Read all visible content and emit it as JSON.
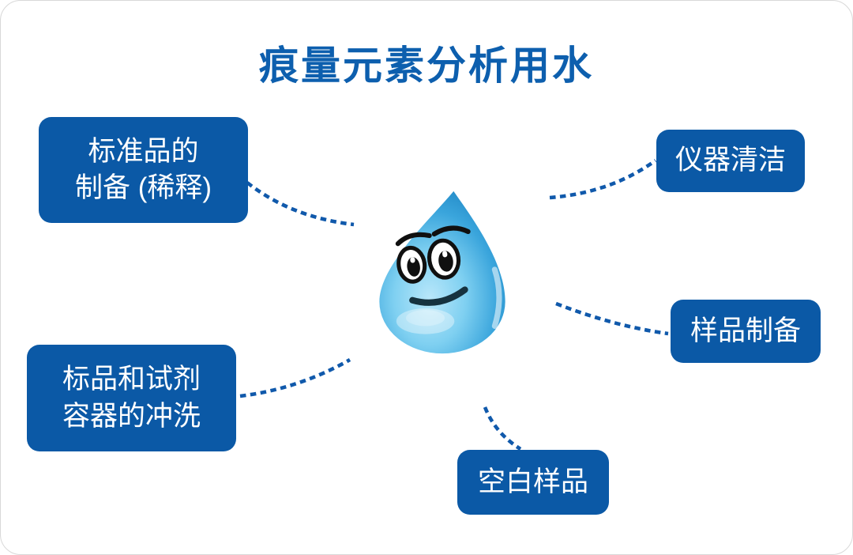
{
  "title": "痕量元素分析用水",
  "colors": {
    "box_blue": "#0b59a6",
    "title_blue": "#0d5fae",
    "connector_blue": "#1059ab",
    "label_text": "#ffffff",
    "page_border": "#d8d8d8",
    "mascot_body_blue": "#3aa5dc"
  },
  "nodes": {
    "standards": {
      "line1": "标准品的",
      "line2": "制备 (稀释)"
    },
    "instrument_cleaning": {
      "label": "仪器清洁"
    },
    "sample_preparation": {
      "label": "样品制备"
    },
    "container_rinsing": {
      "line1": "标品和试剂",
      "line2": "容器的冲洗"
    },
    "blank_samples": {
      "label": "空白样品"
    }
  },
  "mascot": {
    "name": "smiling-water-drop"
  }
}
